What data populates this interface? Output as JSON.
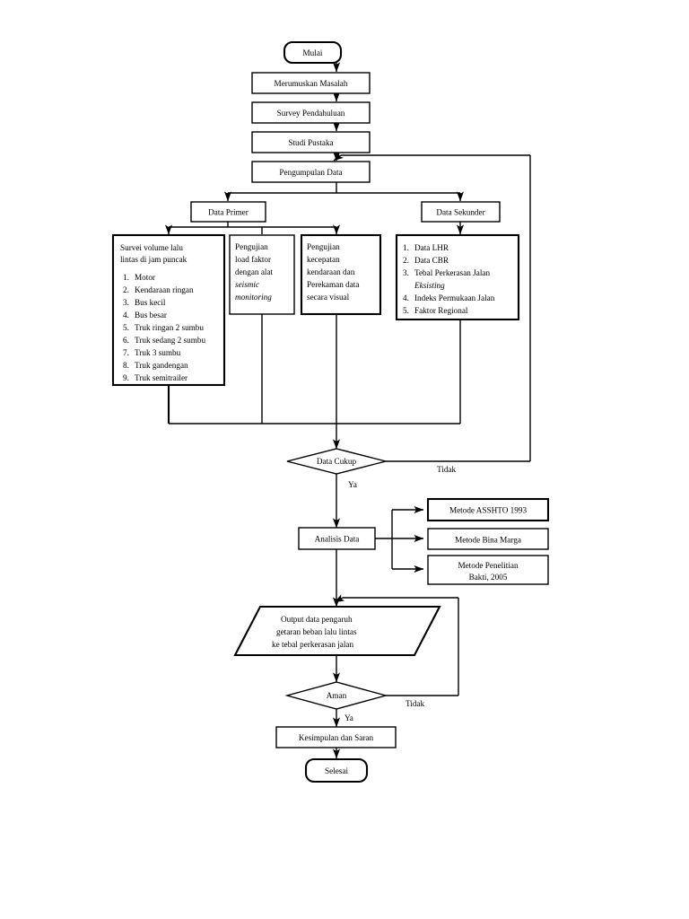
{
  "diagram": {
    "title": "Flowchart Metodologi Penelitian",
    "language": "id",
    "stroke_color": "#000000",
    "fill_color": "#ffffff",
    "background": "#ffffff"
  },
  "nodes": {
    "mulai": {
      "label": "Mulai",
      "shape": "terminator"
    },
    "merumuskan": {
      "label": "Merumuskan Masalah",
      "shape": "process"
    },
    "survey": {
      "label": "Survey Pendahuluan",
      "shape": "process"
    },
    "studi": {
      "label": "Studi Pustaka",
      "shape": "process"
    },
    "pengumpulan": {
      "label": "Pengumpulan Data",
      "shape": "process"
    },
    "primer": {
      "label": "Data Primer",
      "shape": "process"
    },
    "sekunder": {
      "label": "Data Sekunder",
      "shape": "process"
    },
    "survei_volume": {
      "shape": "process",
      "heading": [
        "Survei volume lalu",
        "lintas di jam puncak"
      ],
      "items": [
        "Motor",
        "Kendaraan ringan",
        "Bus kecil",
        "Bus besar",
        "Truk ringan 2 sumbu",
        "Truk sedang 2 sumbu",
        "Truk 3 sumbu",
        "Truk gandengan",
        "Truk semitrailer"
      ]
    },
    "load_faktor": {
      "shape": "process",
      "lines": [
        {
          "text": "Pengujian",
          "italic": false
        },
        {
          "text": "load faktor",
          "italic": false
        },
        {
          "text": "dengan alat",
          "italic": false
        },
        {
          "text": "seismic",
          "italic": true
        },
        {
          "text": "monitoring",
          "italic": true
        }
      ]
    },
    "kecepatan": {
      "shape": "process",
      "lines": [
        {
          "text": "Pengujian",
          "italic": false
        },
        {
          "text": "kecepatan",
          "italic": false
        },
        {
          "text": "kendaraan dan",
          "italic": false
        },
        {
          "text": "Perekaman data",
          "italic": false
        },
        {
          "text": "secara visual",
          "italic": false
        }
      ]
    },
    "sekunder_list": {
      "shape": "process",
      "items": [
        {
          "num": "1.",
          "text": "Data LHR",
          "italic": false,
          "cont": null
        },
        {
          "num": "2.",
          "text": "Data CBR",
          "italic": false,
          "cont": null
        },
        {
          "num": "3.",
          "text": "Tebal Perkerasan Jalan",
          "italic": false,
          "cont": "Eksisting"
        },
        {
          "num": "4.",
          "text": "Indeks Permukaan Jalan",
          "italic": false,
          "cont": null
        },
        {
          "num": "5.",
          "text": "Faktor Regional",
          "italic": false,
          "cont": null
        }
      ]
    },
    "data_cukup": {
      "label": "Data Cukup",
      "shape": "decision"
    },
    "analisis": {
      "label": "Analisis Data",
      "shape": "process"
    },
    "asshto": {
      "label": "Metode ASSHTO 1993",
      "shape": "process"
    },
    "bina_marga": {
      "label": "Metode Bina Marga",
      "shape": "process"
    },
    "bakti": {
      "label": "Metode Penelitian\nBakti, 2005",
      "shape": "process",
      "lines": [
        "Metode Penelitian",
        "Bakti, 2005"
      ]
    },
    "output": {
      "shape": "parallelogram",
      "lines": [
        "Output data pengaruh",
        "getaran beban lalu lintas",
        "ke tebal perkerasan jalan"
      ]
    },
    "aman": {
      "label": "Aman",
      "shape": "decision"
    },
    "kesimpulan": {
      "label": "Kesimpulan dan Saran",
      "shape": "process"
    },
    "selesai": {
      "label": "Selesai",
      "shape": "terminator"
    }
  },
  "edge_labels": {
    "data_cukup_no": "Tidak",
    "data_cukup_yes": "Ya",
    "aman_no": "Tidak",
    "aman_yes": "Ya"
  }
}
